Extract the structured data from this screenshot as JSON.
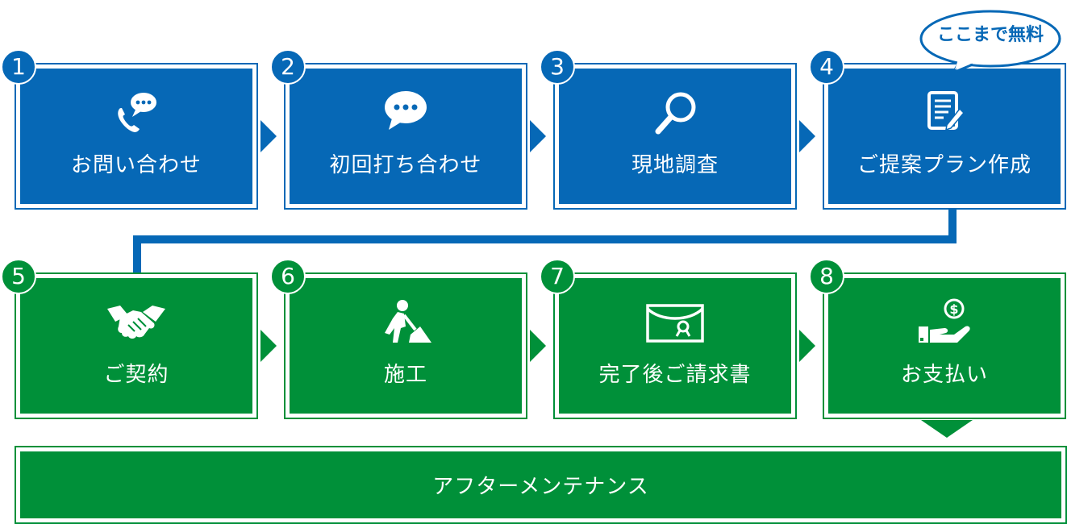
{
  "colors": {
    "blue": "#0668b6",
    "green": "#009039"
  },
  "steps": [
    {
      "num": "1",
      "label": "お問い合わせ",
      "icon": "phone-chat-icon"
    },
    {
      "num": "2",
      "label": "初回打ち合わせ",
      "icon": "speech-bubble-icon"
    },
    {
      "num": "3",
      "label": "現地調査",
      "icon": "magnifier-icon"
    },
    {
      "num": "4",
      "label": "ご提案プラン作成",
      "icon": "document-pen-icon"
    },
    {
      "num": "5",
      "label": "ご契約",
      "icon": "handshake-icon"
    },
    {
      "num": "6",
      "label": "施工",
      "icon": "construction-worker-icon"
    },
    {
      "num": "7",
      "label": "完了後ご請求書",
      "icon": "envelope-icon"
    },
    {
      "num": "8",
      "label": "お支払い",
      "icon": "payment-hand-icon"
    }
  ],
  "bubble": "ここまで無料",
  "maintenance": "アフターメンテナンス"
}
